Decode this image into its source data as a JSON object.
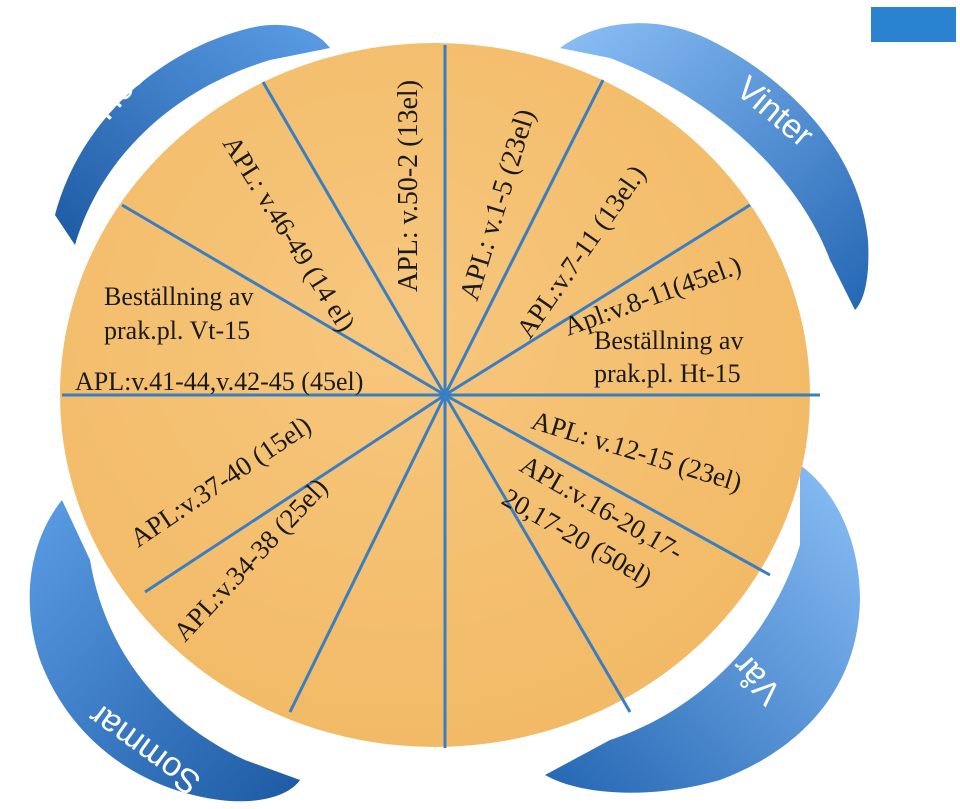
{
  "seasons": {
    "host": "Höst",
    "vinter": "Vinter",
    "var": "Vår",
    "sommar": "Sommar"
  },
  "labels": {
    "v50_2": "APL: v.50-2  (13el)",
    "v1_5": "APL: v.1-5   (23el)",
    "v7_11": "APL:v.7-11 (13el.)",
    "v8_11": "Apl:v.8-11(45el.)",
    "order_ht_1": "Beställning av",
    "order_ht_2": "prak.pl. Ht-15",
    "v12_15": "APL: v.12-15 (23el)",
    "v16_20_1": "APL:v.16-20,17-",
    "v16_20_2": "20,17-20 (50el)",
    "v34_38": "APL:v.34-38 (25el)",
    "v37_40": "APL:v.37-40 (15el)",
    "v41_44": "APL:v.41-44,v.42-45 (45el)",
    "order_vt_1": "Beställning av",
    "order_vt_2": "prak.pl. Vt-15",
    "v46_49": "APL: v.46-49 (14 el)"
  },
  "colors": {
    "wheel_fill": "#f5c071",
    "divider": "#3a7ec2",
    "arc_dark": "#1f5ea8",
    "arc_light": "#7ab3f2",
    "corner_box": "#2a82d1"
  }
}
